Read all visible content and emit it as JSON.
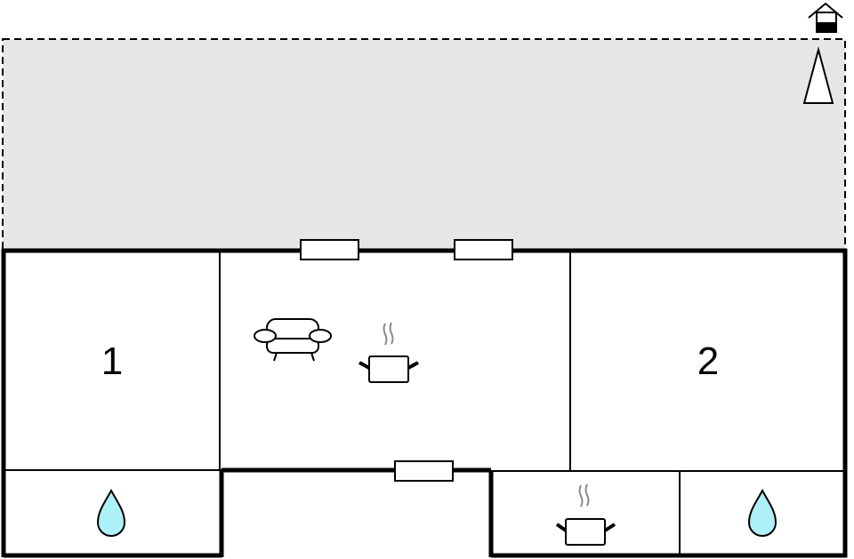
{
  "floorplan": {
    "outdoor_area": {
      "fill": "#e6e6e6",
      "border_style": "dashed"
    },
    "colors": {
      "wall": "#000000",
      "water": "#aef0f8",
      "steam": "#888888",
      "outdoor": "#e6e6e6"
    },
    "rooms": [
      {
        "id": "bedroom-1",
        "label": "1"
      },
      {
        "id": "living-kitchen",
        "label": ""
      },
      {
        "id": "bedroom-2",
        "label": "2"
      },
      {
        "id": "bathroom-1",
        "label": ""
      },
      {
        "id": "entrance",
        "label": ""
      },
      {
        "id": "kitchenette",
        "label": ""
      },
      {
        "id": "bathroom-2",
        "label": ""
      }
    ],
    "icons": [
      "house-icon",
      "north-arrow-icon",
      "sofa-icon",
      "cooking-pot-icon",
      "water-drop-icon"
    ]
  }
}
